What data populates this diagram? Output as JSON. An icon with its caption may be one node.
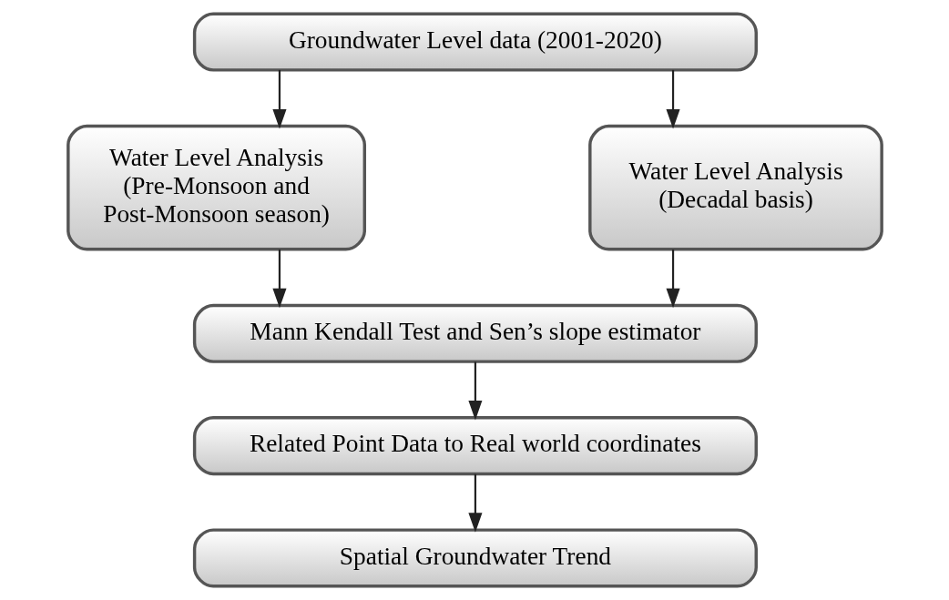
{
  "diagram": {
    "nodes": [
      {
        "text": [
          "Groundwater Level data (2001-2020)"
        ]
      },
      {
        "text": [
          "Water Level Analysis (Pre-Monsoon and Post-Monsoon season)"
        ]
      },
      {
        "text": [
          "Water Level Analysis (Decadal basis)"
        ]
      },
      {
        "text": [
          "Mann Kendall Test and Sen’s slope estimator"
        ]
      },
      {
        "text": [
          "Related Point Data to Real world coordinates"
        ]
      },
      {
        "text": [
          "Spatial Groundwater Trend"
        ]
      }
    ],
    "edges": [
      {
        "from": 0,
        "to": 1,
        "arrow": "to"
      },
      {
        "from": 0,
        "to": 2,
        "arrow": "to"
      },
      {
        "from": 1,
        "to": 3,
        "arrow": "to"
      },
      {
        "from": 2,
        "to": 3,
        "arrow": "to"
      },
      {
        "from": 3,
        "to": 4,
        "arrow": "to"
      },
      {
        "from": 4,
        "to": 5,
        "arrow": "to"
      }
    ]
  }
}
